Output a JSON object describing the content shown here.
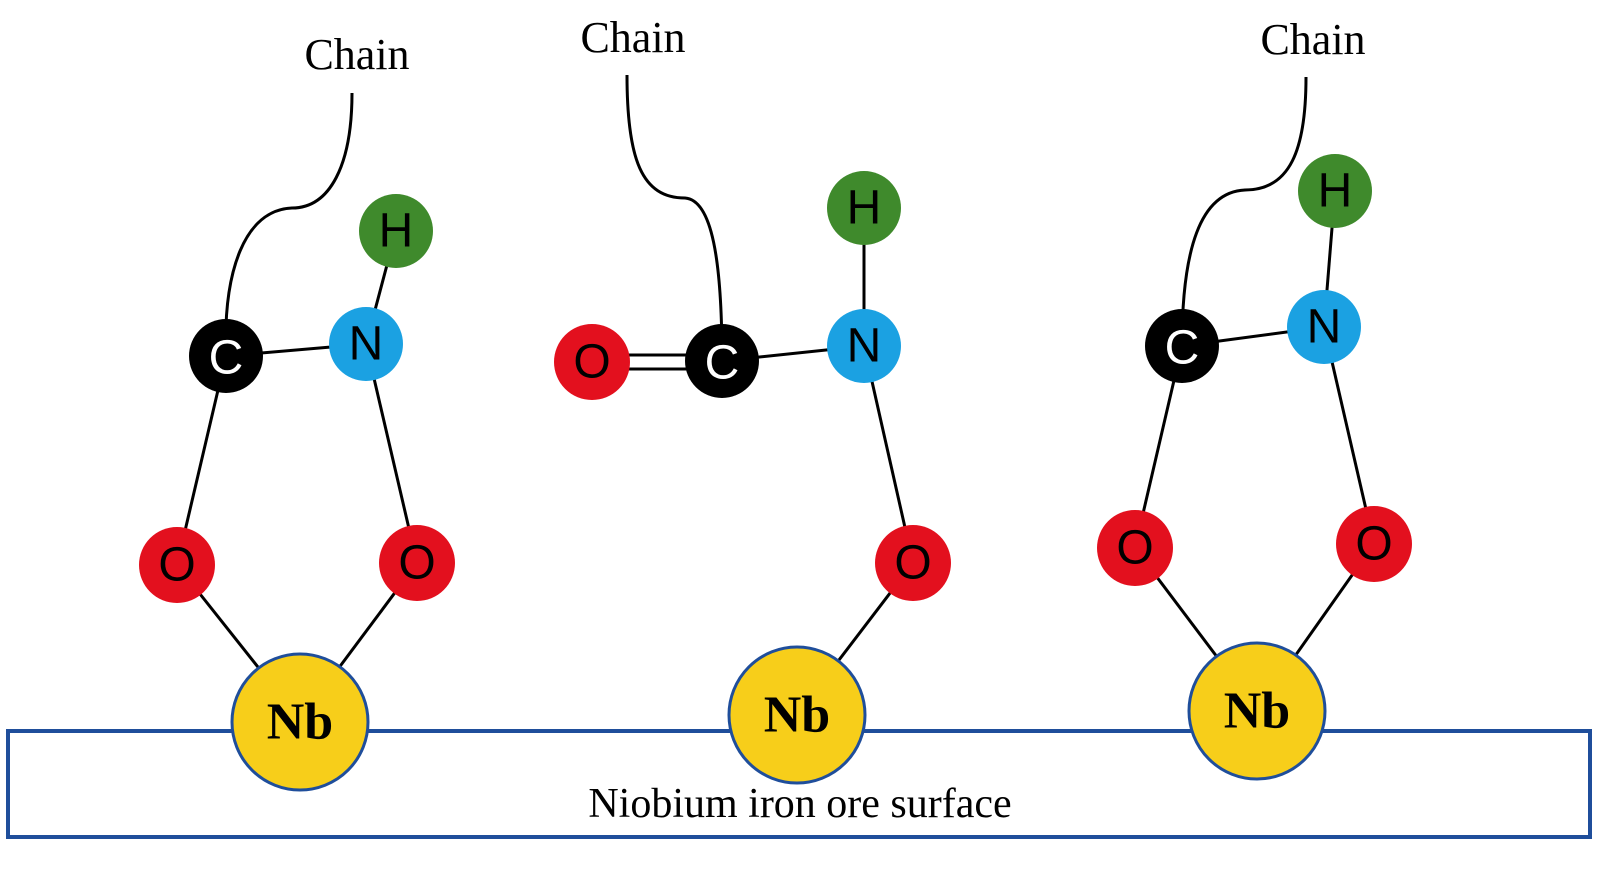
{
  "surface": {
    "label": "Niobium iron ore surface"
  },
  "chains": [
    {
      "label": "Chain"
    },
    {
      "label": "Chain"
    },
    {
      "label": "Chain"
    }
  ],
  "atoms": {
    "carbon": "C",
    "nitrogen": "N",
    "hydrogen": "H",
    "oxygen": "O",
    "niobium": "Nb"
  },
  "colors": {
    "carbon": "#000000",
    "nitrogen": "#1ba1e2",
    "hydrogen": "#3f8a2c",
    "oxygen": "#e3101e",
    "niobium": "#f7ce1a",
    "niobium_outline": "#1f4e9b",
    "surface_outline": "#1f4e9b"
  }
}
